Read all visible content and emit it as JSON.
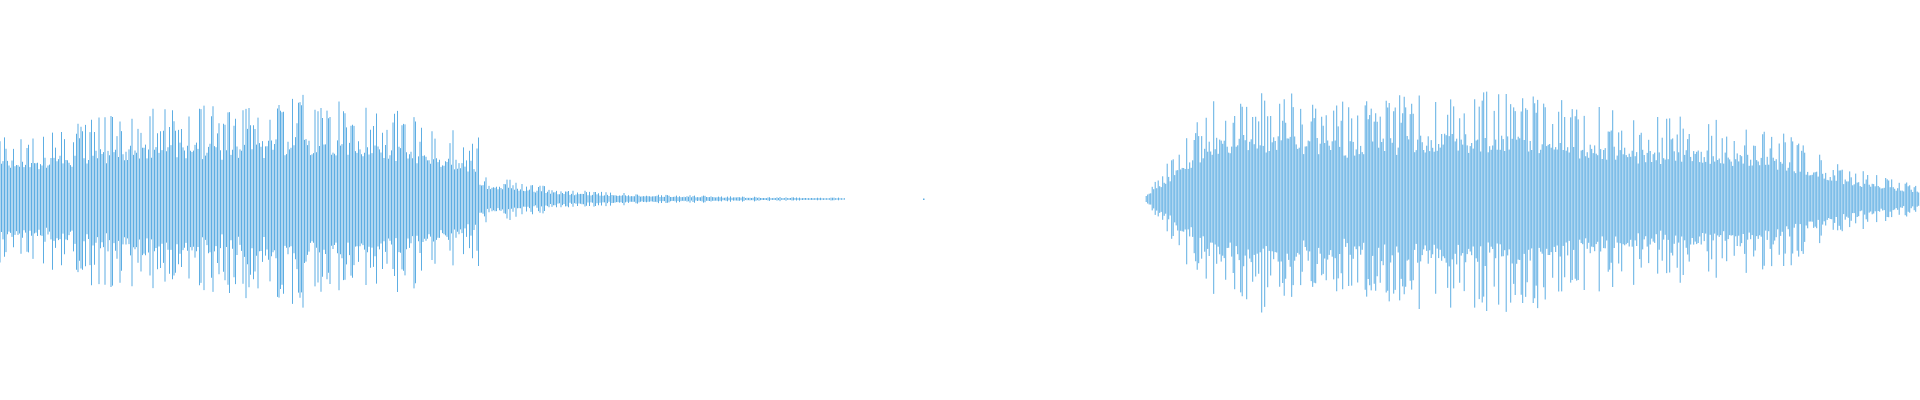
{
  "waveform": {
    "color": "#5eaee3",
    "background": "#ffffff",
    "segments": [
      {
        "name": "segment-1",
        "start": 0.0,
        "end": 0.25,
        "envelope": [
          0.58,
          0.66,
          0.78,
          0.86,
          0.82,
          0.94,
          0.9,
          0.72,
          0.55
        ]
      },
      {
        "name": "segment-1-decay",
        "start": 0.25,
        "end": 0.44,
        "envelope": [
          0.22,
          0.08,
          0.04,
          0.02,
          0.012
        ]
      },
      {
        "name": "segment-2",
        "start": 0.597,
        "end": 1.0,
        "envelope": [
          0.06,
          0.95,
          0.96,
          0.86,
          0.98,
          0.97,
          0.88,
          0.75,
          0.73,
          0.62,
          0.28,
          0.12
        ]
      }
    ]
  }
}
